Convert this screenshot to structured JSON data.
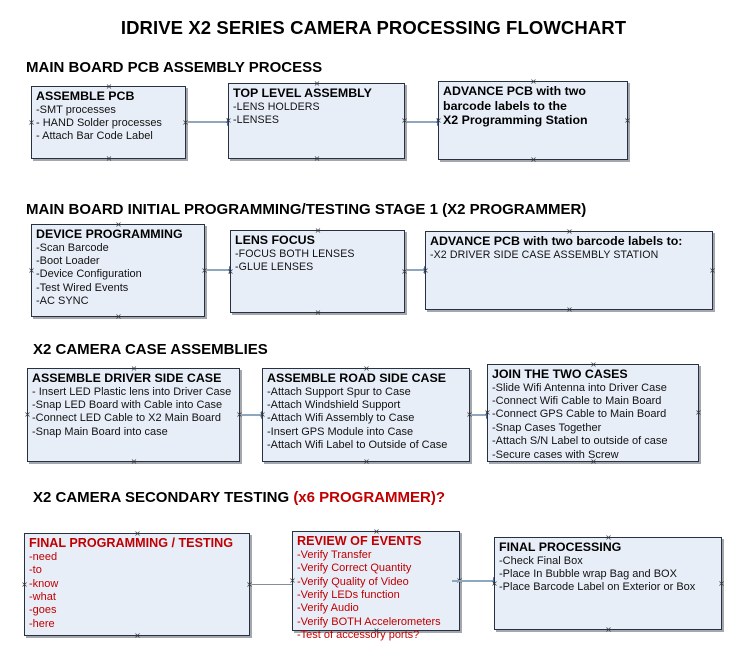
{
  "document": {
    "title": "IDRIVE X2  SERIES CAMERA PROCESSING FLOWCHART"
  },
  "colors": {
    "box_fill": "#e8eef8",
    "box_border": "#27313f",
    "connector": "#8fa6bf",
    "arrowhead": "#4472b0",
    "accent_red": "#c00000",
    "text": "#000000",
    "background": "#ffffff"
  },
  "sections": [
    {
      "id": "main-board-pcb-assembly",
      "heading": "MAIN BOARD PCB ASSEMBLY PROCESS",
      "heading_accent": "",
      "boxes": [
        {
          "id": "assemble-pcb",
          "title": "ASSEMBLE PCB",
          "lines": [
            "-SMT processes",
            "- HAND Solder processes",
            "- Attach Bar Code Label"
          ]
        },
        {
          "id": "top-level-assembly",
          "title": "TOP LEVEL ASSEMBLY",
          "lines": [
            "-LENS HOLDERS",
            "-LENSES"
          ]
        },
        {
          "id": "advance-pcb-to-x2-programming-station",
          "title": "ADVANCE PCB with two",
          "title2": "barcode labels to the",
          "title3": " X2 Programming Station",
          "lines": []
        }
      ]
    },
    {
      "id": "main-board-initial-programming",
      "heading": "MAIN BOARD INITIAL PROGRAMMING/TESTING STAGE 1 (X2 PROGRAMMER)",
      "heading_accent": "",
      "boxes": [
        {
          "id": "device-programming",
          "title": "DEVICE PROGRAMMING",
          "lines": [
            "-Scan Barcode",
            "-Boot Loader",
            "-Device Configuration",
            "-Test Wired Events",
            "-AC SYNC"
          ]
        },
        {
          "id": "lens-focus",
          "title": "LENS FOCUS",
          "lines": [
            "-FOCUS BOTH LENSES",
            "-GLUE LENSES"
          ]
        },
        {
          "id": "advance-pcb-to-driver-side-case",
          "title": "ADVANCE PCB with two barcode labels to:",
          "lines": [
            "-X2 DRIVER  SIDE  CASE  ASSEMBLY STATION"
          ]
        }
      ]
    },
    {
      "id": "x2-camera-case-assemblies",
      "heading": "X2 CAMERA CASE ASSEMBLIES",
      "heading_accent": "",
      "boxes": [
        {
          "id": "assemble-driver-side-case",
          "title": "ASSEMBLE DRIVER SIDE CASE",
          "lines": [
            "- Insert LED Plastic lens into Driver Case",
            "-Snap LED Board with Cable into Case",
            "-Connect LED Cable to X2 Main Board",
            "-Snap Main Board into case"
          ]
        },
        {
          "id": "assemble-road-side-case",
          "title": "ASSEMBLE ROAD SIDE CASE",
          "lines": [
            "-Attach Support Spur to Case",
            "-Attach Windshield Support",
            "-Attach Wifi Assembly to Case",
            "-Insert GPS Module into Case",
            "-Attach Wifi Label to Outside of Case"
          ]
        },
        {
          "id": "join-the-two-cases",
          "title": "JOIN THE TWO CASES",
          "lines": [
            "-Slide Wifi Antenna into Driver Case",
            "-Connect Wifi Cable to Main Board",
            "-Connect GPS Cable to Main Board",
            "-Snap Cases Together",
            "-Attach S/N Label to outside of case",
            "-Secure cases with Screw"
          ]
        }
      ]
    },
    {
      "id": "x2-camera-secondary-testing",
      "heading": "X2 CAMERA SECONDARY TESTING ",
      "heading_accent": "(x6 PROGRAMMER)?",
      "boxes": [
        {
          "id": "final-programming-testing",
          "title": "FINAL PROGRAMMING / TESTING",
          "lines": [
            "-need",
            "-to",
            "-know",
            "-what",
            "-goes",
            "-here"
          ]
        },
        {
          "id": "review-of-events",
          "title": "REVIEW OF EVENTS",
          "lines": [
            "-Verify Transfer",
            "-Verify Correct Quantity",
            "-Verify Quality of Video",
            "-Verify LEDs function",
            "-Verify Audio",
            "-Verify BOTH Accelerometers",
            "-Test of accessory ports?"
          ]
        },
        {
          "id": "final-processing",
          "title": "FINAL PROCESSING",
          "lines": [
            " -Check Final Box",
            "-Place In Bubble wrap Bag and BOX",
            "-Place Barcode Label on Exterior or Box"
          ]
        }
      ]
    }
  ]
}
